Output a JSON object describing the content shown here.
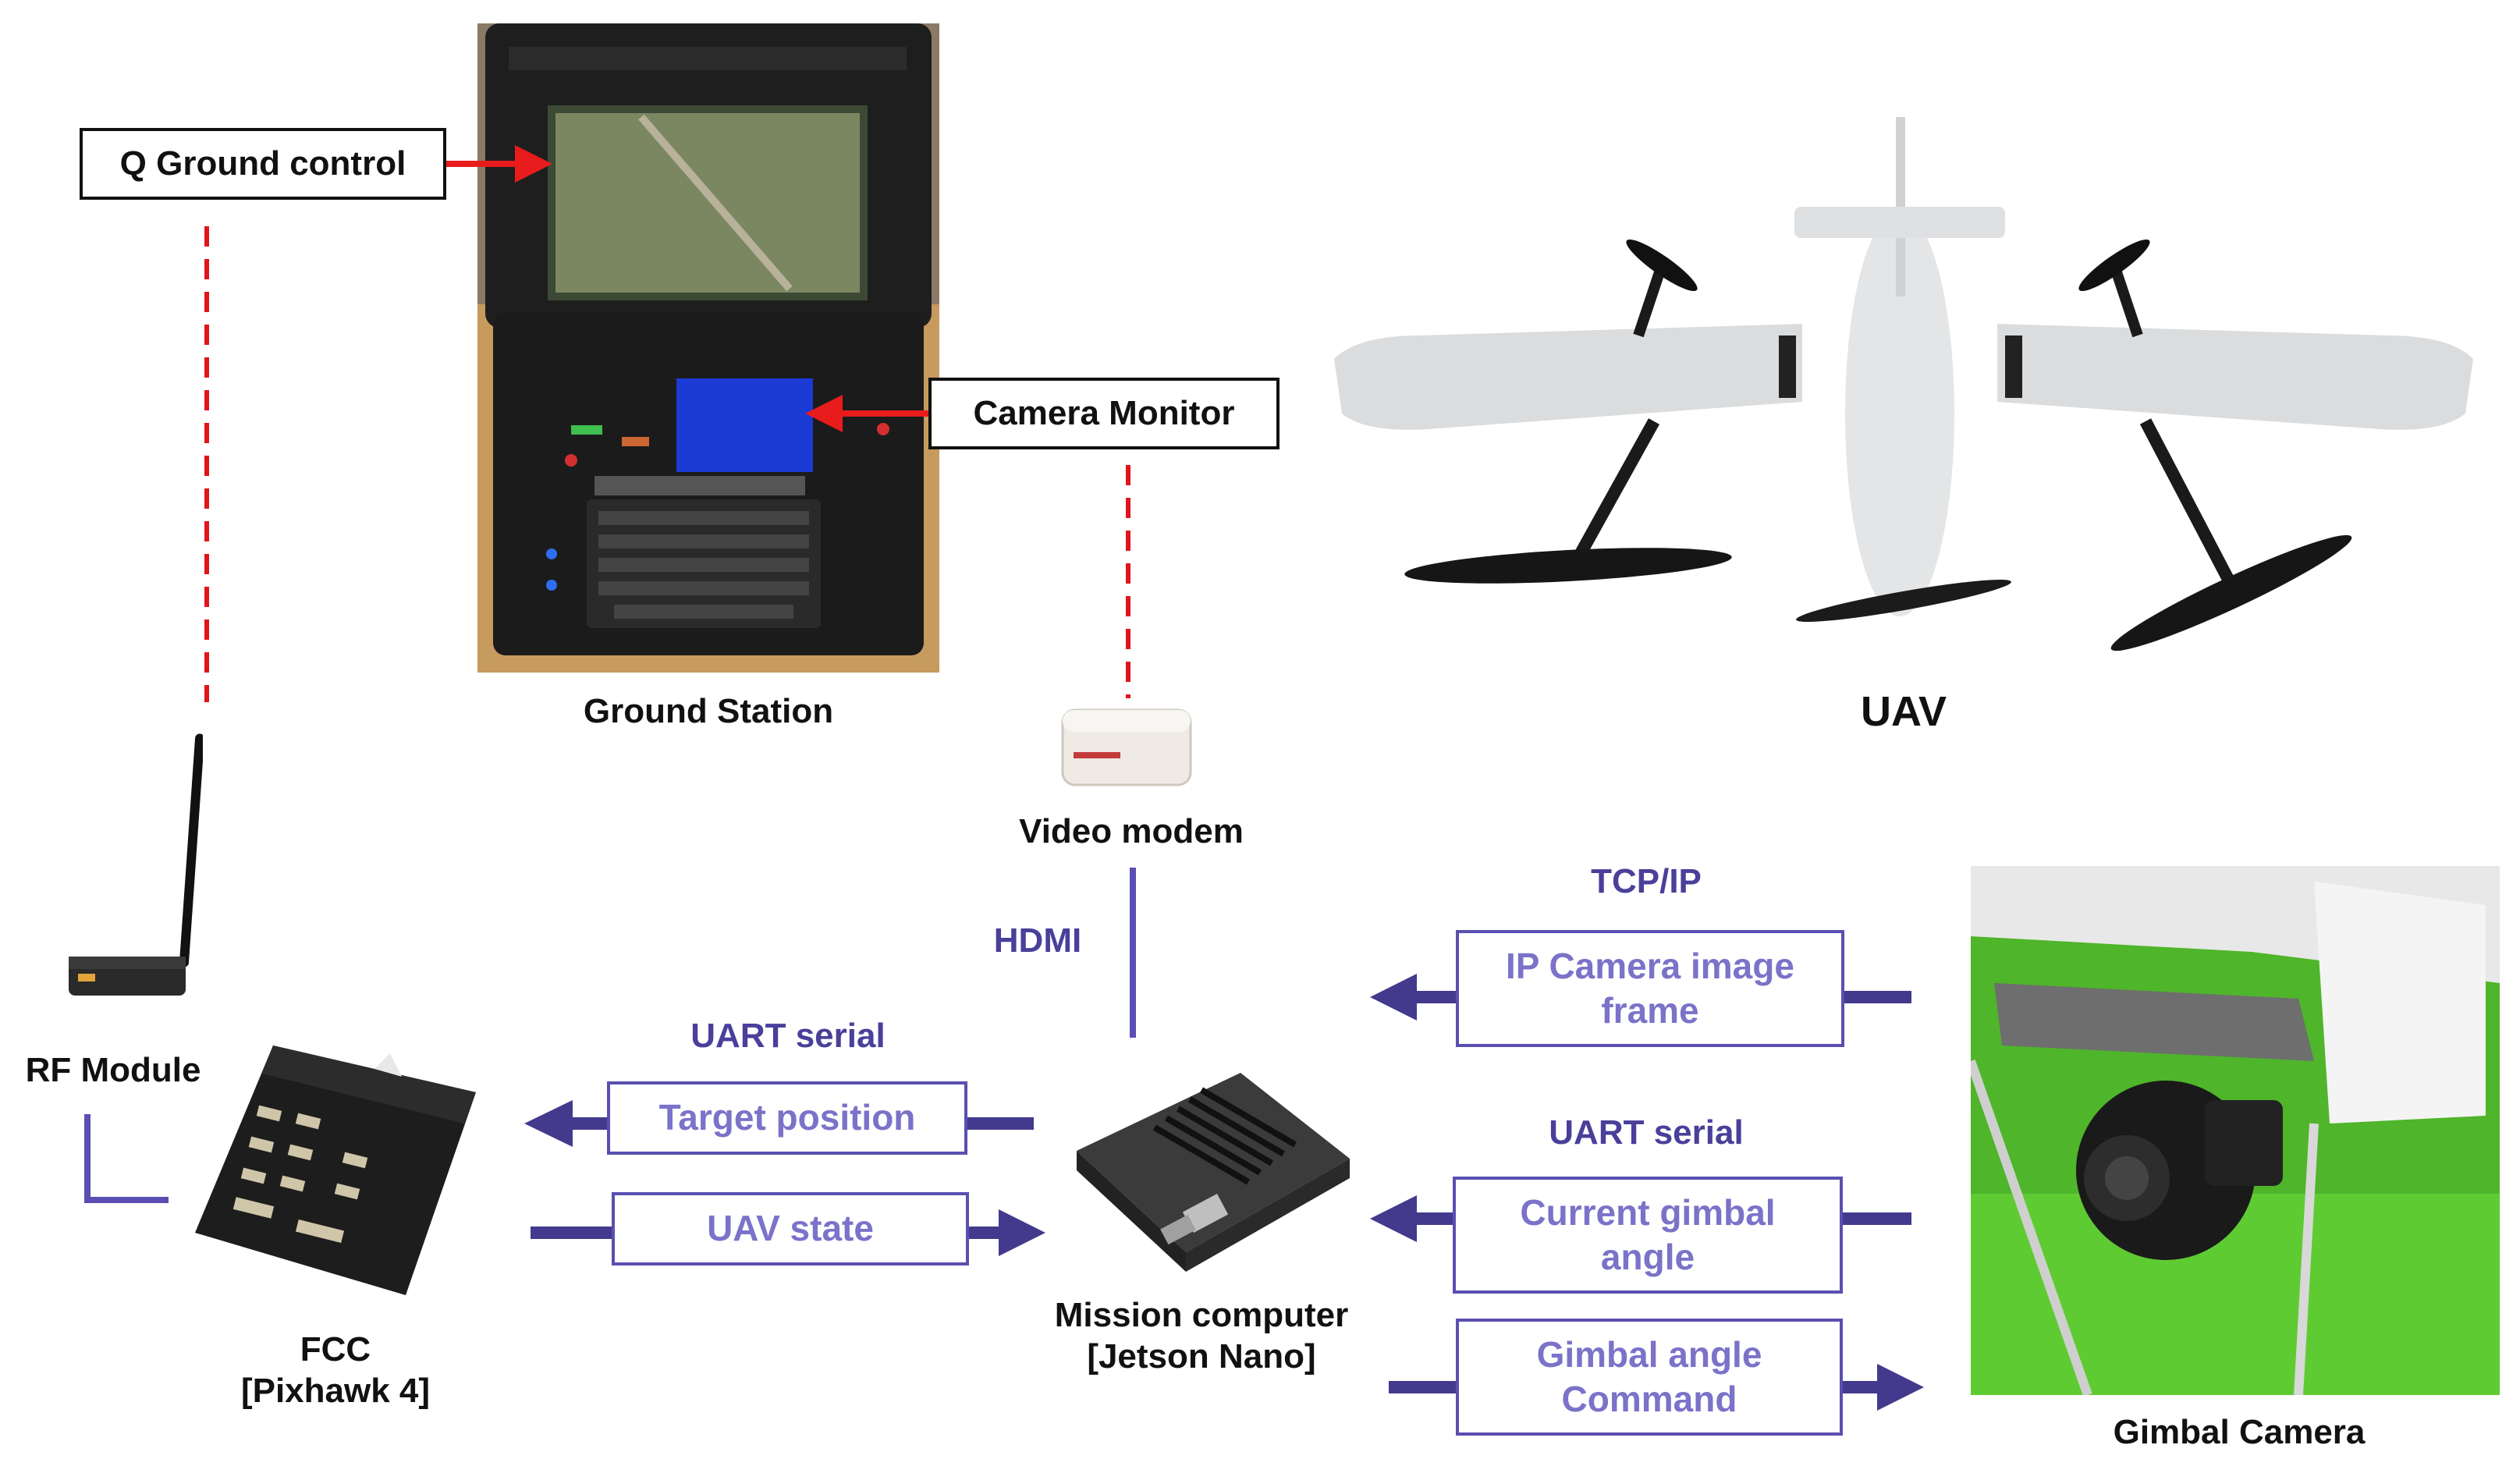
{
  "labels": {
    "ground_station": "Ground Station",
    "uav": "UAV",
    "video_modem": "Video modem",
    "hdmi": "HDMI",
    "rf_module": "RF Module",
    "fcc_line1": "FCC",
    "fcc_line2": "[Pixhawk 4]",
    "mission_line1": "Mission computer",
    "mission_line2": "[Jetson Nano]",
    "gimbal_camera": "Gimbal Camera",
    "uart_serial_left": "UART serial",
    "uart_serial_right": "UART serial",
    "tcp_ip": "TCP/IP"
  },
  "callouts": {
    "q_ground_control": "Q Ground control",
    "camera_monitor": "Camera Monitor"
  },
  "flow_boxes": {
    "target_position": "Target position",
    "uav_state": "UAV state",
    "ip_camera_line1": "IP Camera image",
    "ip_camera_line2": "frame",
    "current_gimbal_line1": "Current gimbal",
    "current_gimbal_line2": "angle",
    "gimbal_cmd_line1": "Gimbal angle",
    "gimbal_cmd_line2": "Command"
  },
  "colors": {
    "flow_purple": "#433a8e",
    "flow_text": "#7b72c9",
    "link_red": "#e0141c",
    "callout_arrow": "#e81c1c"
  }
}
